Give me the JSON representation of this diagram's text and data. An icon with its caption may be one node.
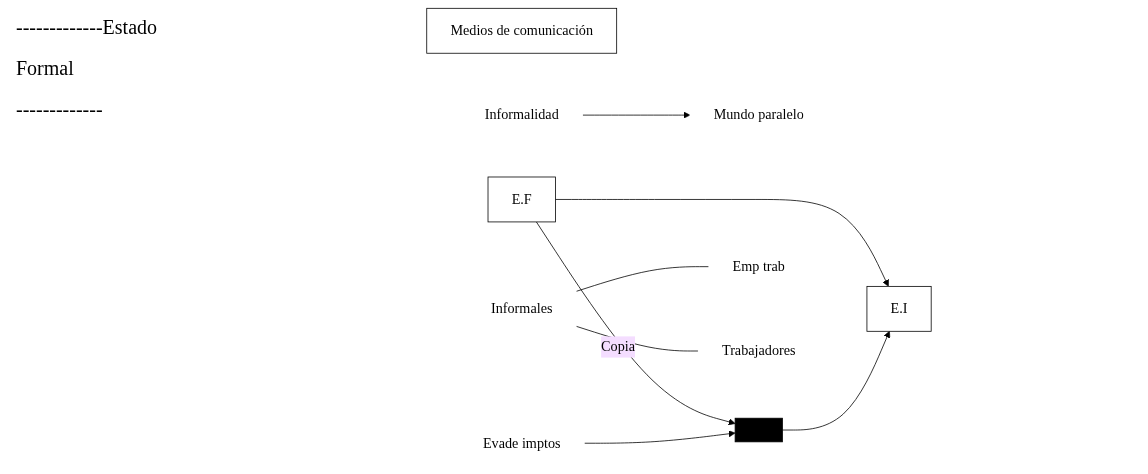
{
  "diagram": {
    "nodes": [
      {
        "text": [
          "Medios de comunicación"
        ]
      },
      {
        "text": [
          "E.F"
        ]
      },
      {
        "text": [
          "E.I"
        ]
      },
      {
        "text": [
          "Informalidad"
        ]
      },
      {
        "text": [
          "Mundo paralelo"
        ]
      },
      {
        "text": [
          "Evade imptos"
        ]
      },
      {
        "text": [],
        "shape": "bar"
      },
      {
        "text": [
          "Informales"
        ]
      },
      {
        "text": [
          "Emp trab"
        ]
      },
      {
        "text": [
          "Trabajadores"
        ]
      }
    ],
    "edges": [
      {
        "from": 1,
        "to": 2,
        "arrow": "to"
      },
      {
        "from": 1,
        "to": 6,
        "arrow": "to",
        "label": "Copia"
      },
      {
        "from": 6,
        "to": 2,
        "arrow": "to"
      },
      {
        "from": 3,
        "to": 4,
        "arrow": "to"
      },
      {
        "from": 5,
        "to": 6,
        "arrow": "to"
      },
      {
        "from": 7,
        "to": 8,
        "arrow": "none"
      },
      {
        "from": 7,
        "to": 9,
        "arrow": "none"
      }
    ],
    "labels": [
      "-------------Estado",
      "Formal",
      "-------------"
    ]
  }
}
